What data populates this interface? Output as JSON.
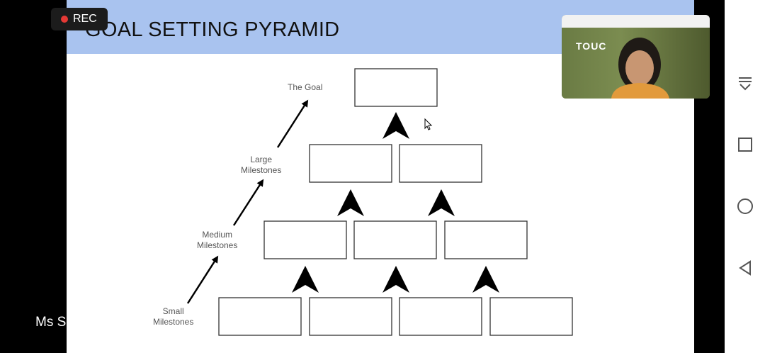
{
  "slide": {
    "title": "GOAL SETTING PYRAMID",
    "labels": {
      "goal": "The Goal",
      "large": "Large\nMilestones",
      "medium": "Medium\nMilestones",
      "small": "Small\nMilestones"
    }
  },
  "recording": {
    "label": "REC"
  },
  "participant": {
    "name": "Ms S"
  },
  "video": {
    "sign_text": "TOUC"
  },
  "colors": {
    "header_bg": "#a9c3ef",
    "rec_dot": "#e53935"
  },
  "nav_icons": [
    "collapse-icon",
    "recents-icon",
    "home-icon",
    "back-icon"
  ]
}
